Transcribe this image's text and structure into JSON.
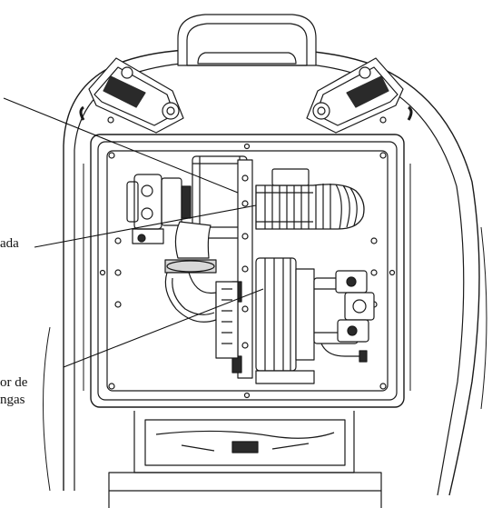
{
  "labels": {
    "a": "ada",
    "b_line1": "or de",
    "b_line2": "ngas"
  },
  "colors": {
    "line": "#1a1a1a",
    "fill": "#ffffff",
    "shade": "#d8d8d8",
    "dark": "#2a2a2a"
  }
}
